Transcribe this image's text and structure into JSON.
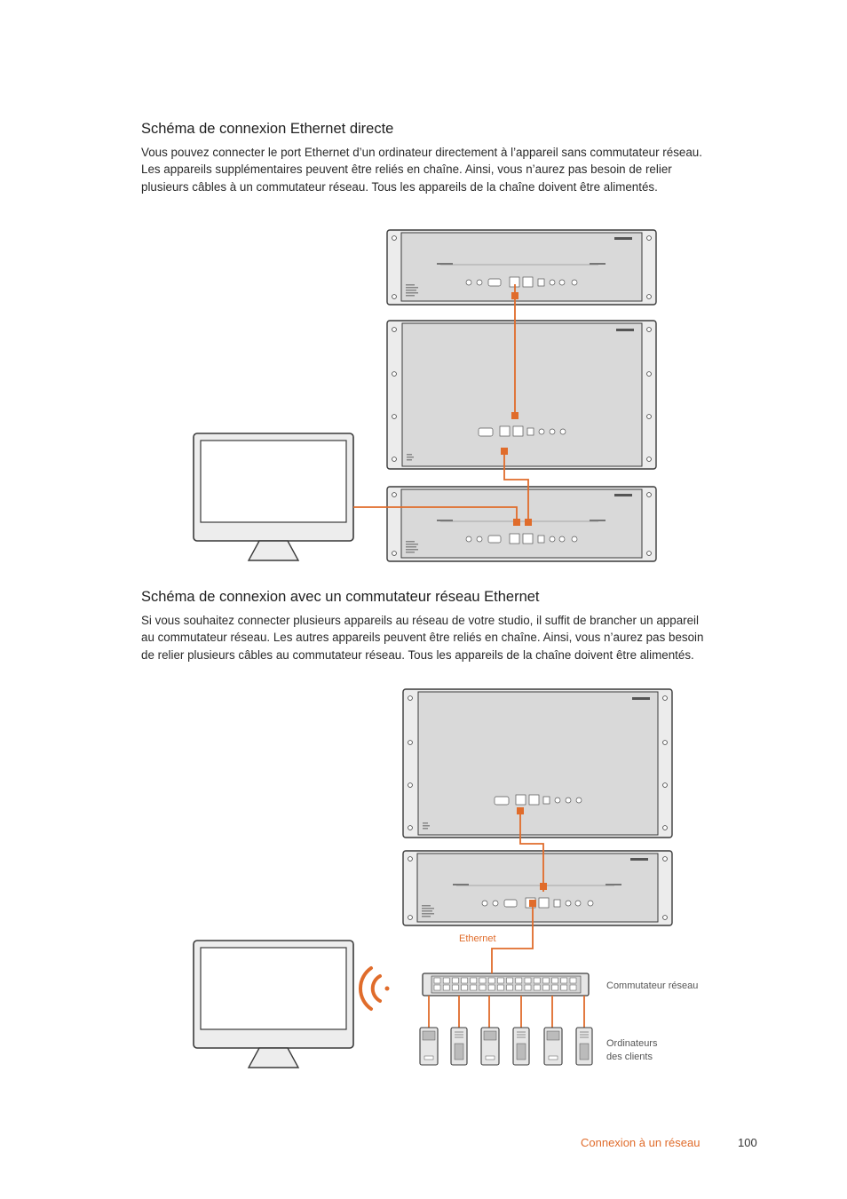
{
  "section1": {
    "title": "Schéma de connexion Ethernet directe",
    "body": "Vous pouvez connecter le port Ethernet d’un ordinateur directement à l’appareil sans commutateur réseau. Les appareils supplémentaires peuvent être reliés en chaîne. Ainsi, vous n’aurez pas besoin de relier plusieurs câbles à un commutateur réseau. Tous les appareils de la chaîne doivent être alimentés."
  },
  "section2": {
    "title": "Schéma de connexion avec un commutateur réseau Ethernet",
    "body": "Si vous souhaitez connecter plusieurs appareils au réseau de votre studio, il suffit de brancher un appareil au commutateur réseau. Les autres appareils peuvent être reliés en chaîne. Ainsi, vous n’aurez pas besoin de relier plusieurs câbles au commutateur réseau. Tous les appareils de la chaîne doivent être alimentés."
  },
  "diagram2_labels": {
    "ethernet": "Ethernet",
    "switch": "Commutateur réseau",
    "clients_line1": "Ordinateurs",
    "clients_line2": "des clients"
  },
  "footer": {
    "section": "Connexion à un réseau",
    "page": "100"
  },
  "colors": {
    "cable": "#e06c2b",
    "panel": "#d9d9d9",
    "rack": "#ececec",
    "outline": "#3a3a3a"
  }
}
